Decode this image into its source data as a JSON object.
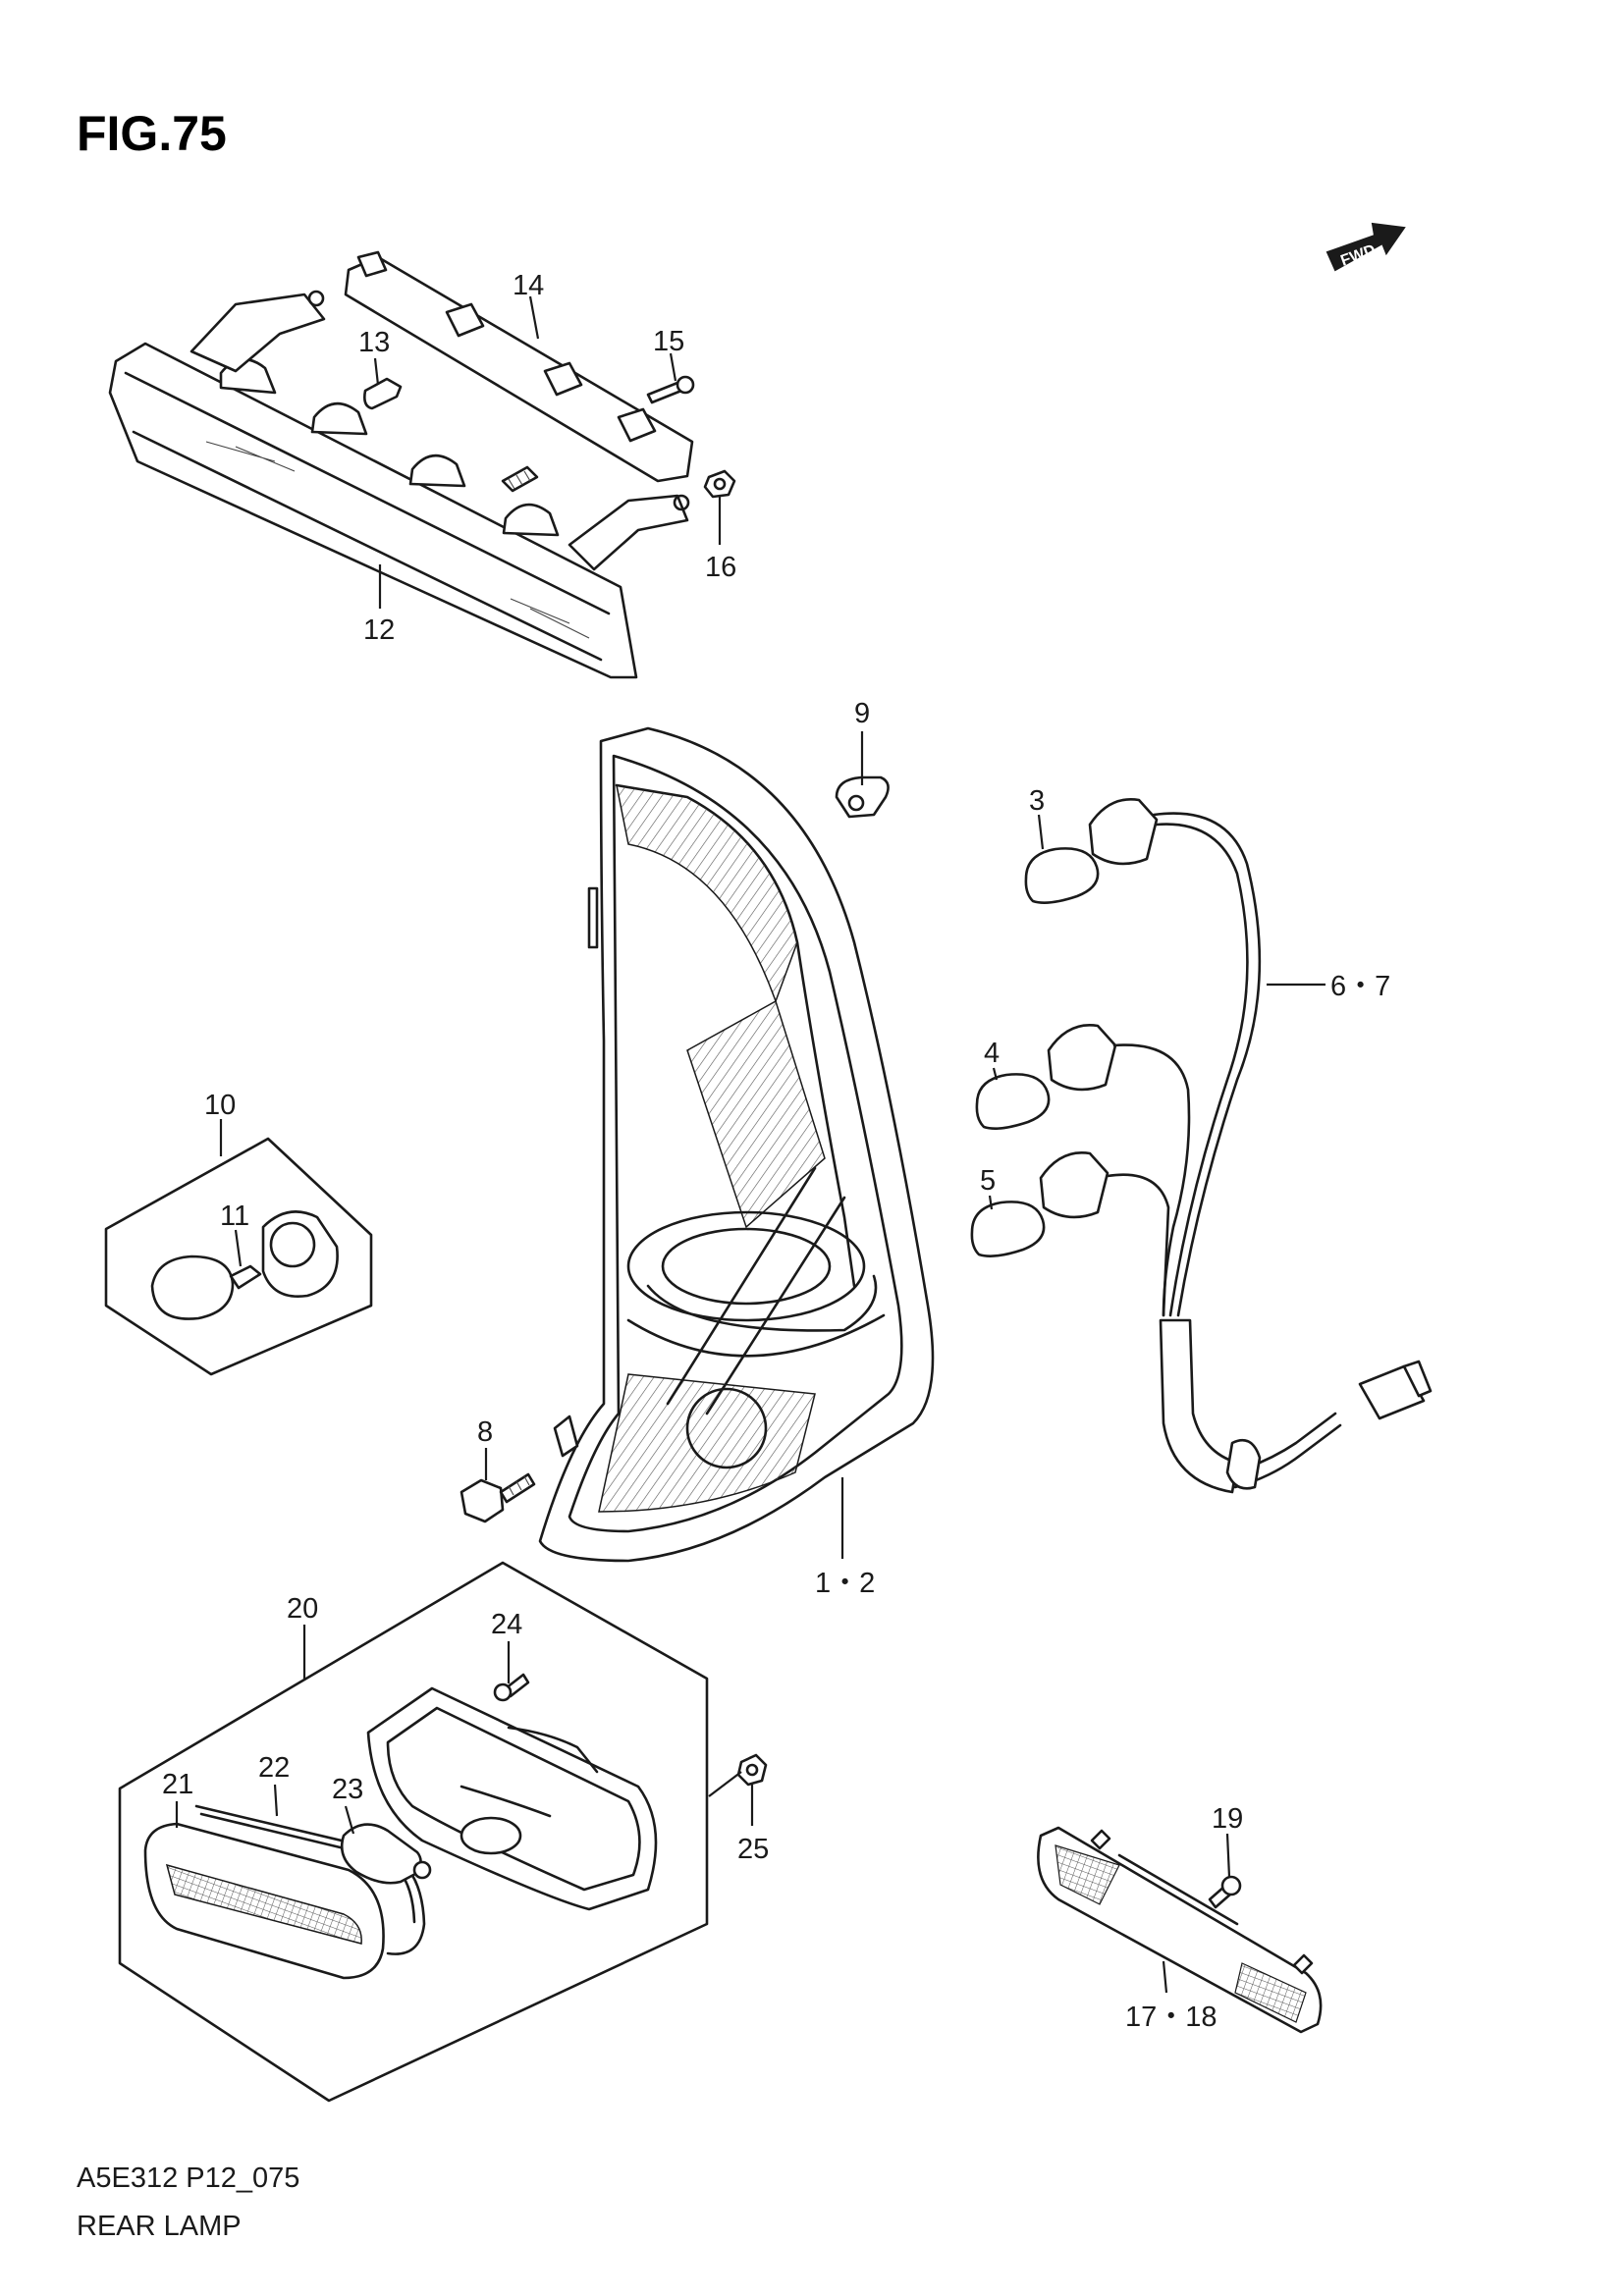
{
  "figure_title": "FIG.75",
  "fwd_marker": "FWD",
  "callouts": {
    "c1_2": "1・2",
    "c3": "3",
    "c4": "4",
    "c5": "5",
    "c6_7": "6・7",
    "c8": "8",
    "c9": "9",
    "c10": "10",
    "c11": "11",
    "c12": "12",
    "c13": "13",
    "c14": "14",
    "c15": "15",
    "c16": "16",
    "c17_18": "17・18",
    "c19": "19",
    "c20": "20",
    "c21": "21",
    "c22": "22",
    "c23": "23",
    "c24": "24",
    "c25": "25"
  },
  "footer": {
    "code": "A5E312 P12_075",
    "name": "REAR LAMP"
  }
}
